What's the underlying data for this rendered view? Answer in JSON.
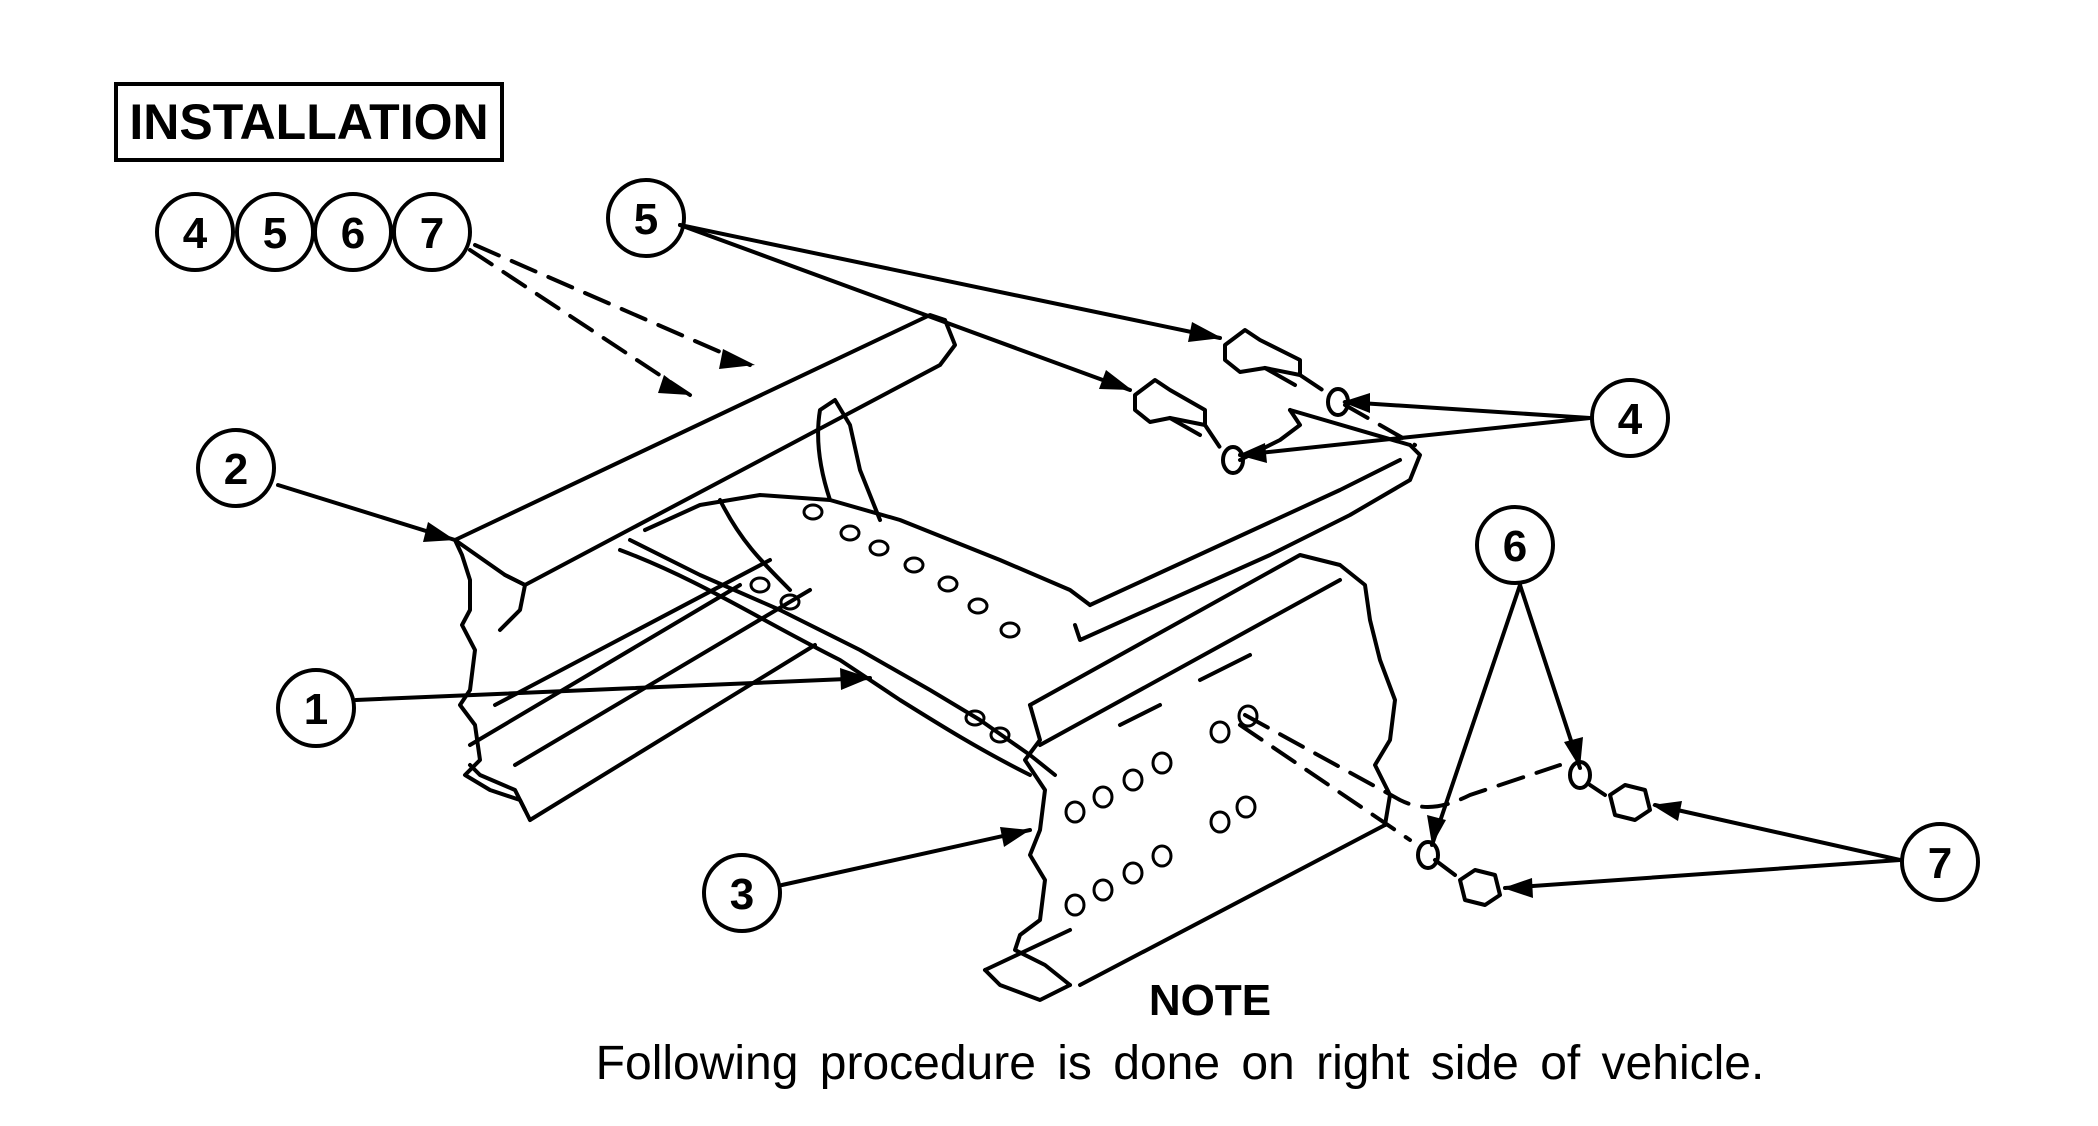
{
  "heading": "INSTALLATION",
  "task_steps": [
    "4",
    "5",
    "6",
    "7"
  ],
  "callouts": {
    "c1": "1",
    "c2": "2",
    "c3": "3",
    "c4": "4",
    "c5": "5",
    "c6": "6",
    "c7": "7"
  },
  "note": {
    "heading": "NOTE",
    "text": "Following procedure is done on right side of vehicle."
  }
}
